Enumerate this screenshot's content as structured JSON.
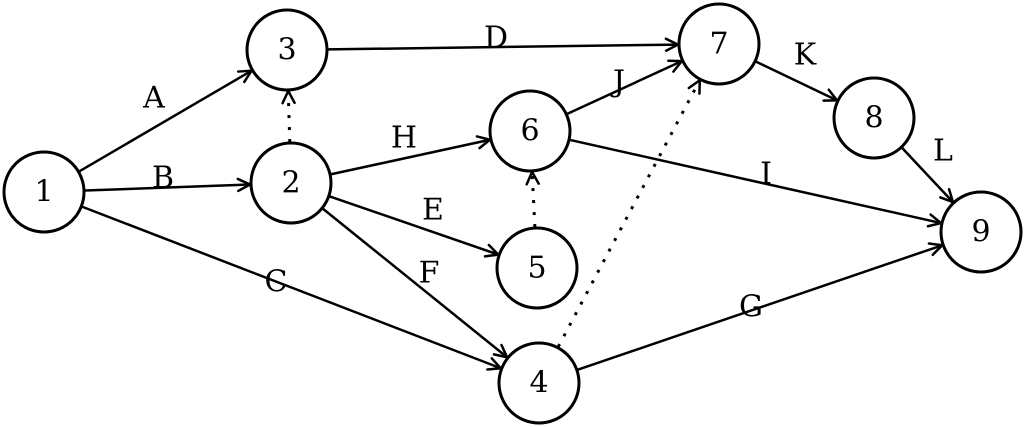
{
  "diagram": {
    "type": "activity-on-arrow network",
    "colors": {
      "stroke": "#000000",
      "background": "#ffffff",
      "node_fill": "#ffffff"
    },
    "nodes": [
      {
        "id": "1",
        "label": "1"
      },
      {
        "id": "2",
        "label": "2"
      },
      {
        "id": "3",
        "label": "3"
      },
      {
        "id": "4",
        "label": "4"
      },
      {
        "id": "5",
        "label": "5"
      },
      {
        "id": "6",
        "label": "6"
      },
      {
        "id": "7",
        "label": "7"
      },
      {
        "id": "8",
        "label": "8"
      },
      {
        "id": "9",
        "label": "9"
      }
    ],
    "edges": [
      {
        "from": "1",
        "to": "3",
        "label": "A",
        "style": "solid"
      },
      {
        "from": "1",
        "to": "2",
        "label": "B",
        "style": "solid"
      },
      {
        "from": "1",
        "to": "4",
        "label": "C",
        "style": "solid"
      },
      {
        "from": "3",
        "to": "7",
        "label": "D",
        "style": "solid"
      },
      {
        "from": "2",
        "to": "5",
        "label": "E",
        "style": "solid"
      },
      {
        "from": "2",
        "to": "4",
        "label": "F",
        "style": "solid"
      },
      {
        "from": "4",
        "to": "9",
        "label": "G",
        "style": "solid"
      },
      {
        "from": "2",
        "to": "6",
        "label": "H",
        "style": "solid"
      },
      {
        "from": "6",
        "to": "9",
        "label": "I",
        "style": "solid"
      },
      {
        "from": "6",
        "to": "7",
        "label": "J",
        "style": "solid"
      },
      {
        "from": "7",
        "to": "8",
        "label": "K",
        "style": "solid"
      },
      {
        "from": "8",
        "to": "9",
        "label": "L",
        "style": "solid"
      },
      {
        "from": "2",
        "to": "3",
        "label": "",
        "style": "dummy"
      },
      {
        "from": "5",
        "to": "6",
        "label": "",
        "style": "dummy"
      },
      {
        "from": "4",
        "to": "7",
        "label": "",
        "style": "dummy"
      }
    ]
  }
}
